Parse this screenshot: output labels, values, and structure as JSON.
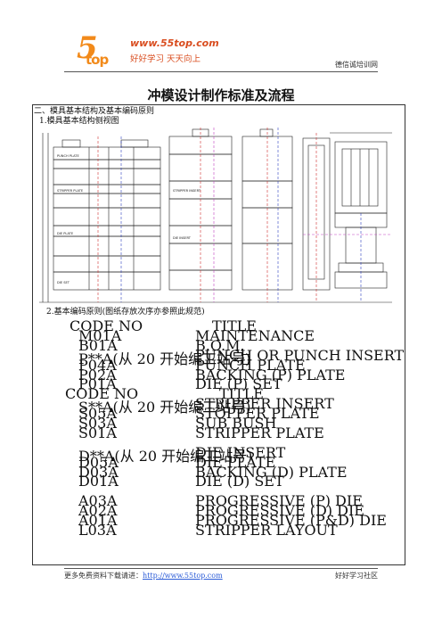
{
  "header": {
    "logo_mark": "5",
    "logo_sub": "top",
    "logo_url": "www.55top.com",
    "logo_slogan": "好好学习 天天向上",
    "right_text": "德信诚培训网"
  },
  "title": "冲模设计制作标准及流程",
  "section": {
    "heading": "二、模具基本结构及基本编码原则",
    "sub1": "1.模具基本结构侧视图",
    "sub2": "2.基本编码原则(图纸存放次序亦参照此规范)"
  },
  "codes": [
    {
      "code": "CODE     NO",
      "title": "TITLE",
      "type": "head"
    },
    {
      "code": "M01A",
      "title": "MAINTENANCE"
    },
    {
      "code": "B01A",
      "title": "B.O.M."
    },
    {
      "code": "P**A(从 20 开始编工站号)",
      "title": "PUNCH OR PUNCH INSERT"
    },
    {
      "code": "P04A",
      "title": "PUNCH PLATE"
    },
    {
      "code": "P02A",
      "title": "BACKING (P) PLATE"
    },
    {
      "code": "P01A",
      "title": "DIE (P) SET"
    },
    {
      "code": "CODE     NO",
      "title": "TITLE",
      "type": "head2"
    },
    {
      "code": "S**A(从 20 开始编工站号)",
      "title": "STRIPPER INSERT"
    },
    {
      "code": "S05A",
      "title": "STOPPER PLATE"
    },
    {
      "code": "S03A",
      "title": "SUB BUSH"
    },
    {
      "code": "S01A",
      "title": "STRIPPER PLATE"
    },
    {
      "code": "",
      "title": ""
    },
    {
      "code": "D**A(从 20 开始编工站号)",
      "title": "DIE INSERT"
    },
    {
      "code": "D05A",
      "title": "DIE PLATE"
    },
    {
      "code": "D03A",
      "title": "BACKING (D) PLATE"
    },
    {
      "code": "D01A",
      "title": "DIE (D) SET"
    },
    {
      "code": "",
      "title": ""
    },
    {
      "code": "A03A",
      "title": "PROGRESSIVE (P) DIE"
    },
    {
      "code": "A02A",
      "title": "PROGRESSIVE (D) DIE"
    },
    {
      "code": "A01A",
      "title": "PROGRESSIVE (P&D) DIE"
    },
    {
      "code": "L03A",
      "title": "STRIPPER LAYOUT"
    }
  ],
  "drawing_labels": [
    "PUNCH PLATE",
    "STRIPPER PLATE",
    "DIE PLATE",
    "DIE SET",
    "STRIPPER INSERT",
    "DIE INSERT"
  ],
  "footer": {
    "left_text": "更多免费资料下载请进：",
    "link": "http://www.55top.com",
    "right_text": "好好学习社区"
  }
}
